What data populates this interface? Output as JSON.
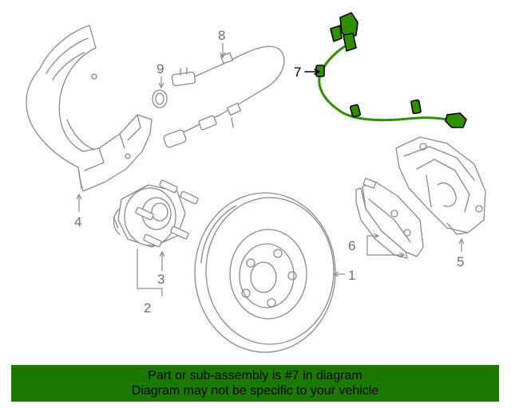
{
  "diagram": {
    "callouts": [
      {
        "id": "1",
        "label": "1"
      },
      {
        "id": "2",
        "label": "2"
      },
      {
        "id": "3",
        "label": "3"
      },
      {
        "id": "4",
        "label": "4"
      },
      {
        "id": "5",
        "label": "5"
      },
      {
        "id": "6",
        "label": "6"
      },
      {
        "id": "7",
        "label": "7"
      },
      {
        "id": "8",
        "label": "8"
      },
      {
        "id": "9",
        "label": "9"
      }
    ],
    "highlighted_part": "7",
    "highlight_color": "#2f8f00",
    "outline_color": "#8a8a8a"
  },
  "banner": {
    "line1": "Part or sub-assembly is #7 in diagram",
    "line2": "Diagram may not be specific to your vehicle",
    "background": "#1a7a00"
  }
}
